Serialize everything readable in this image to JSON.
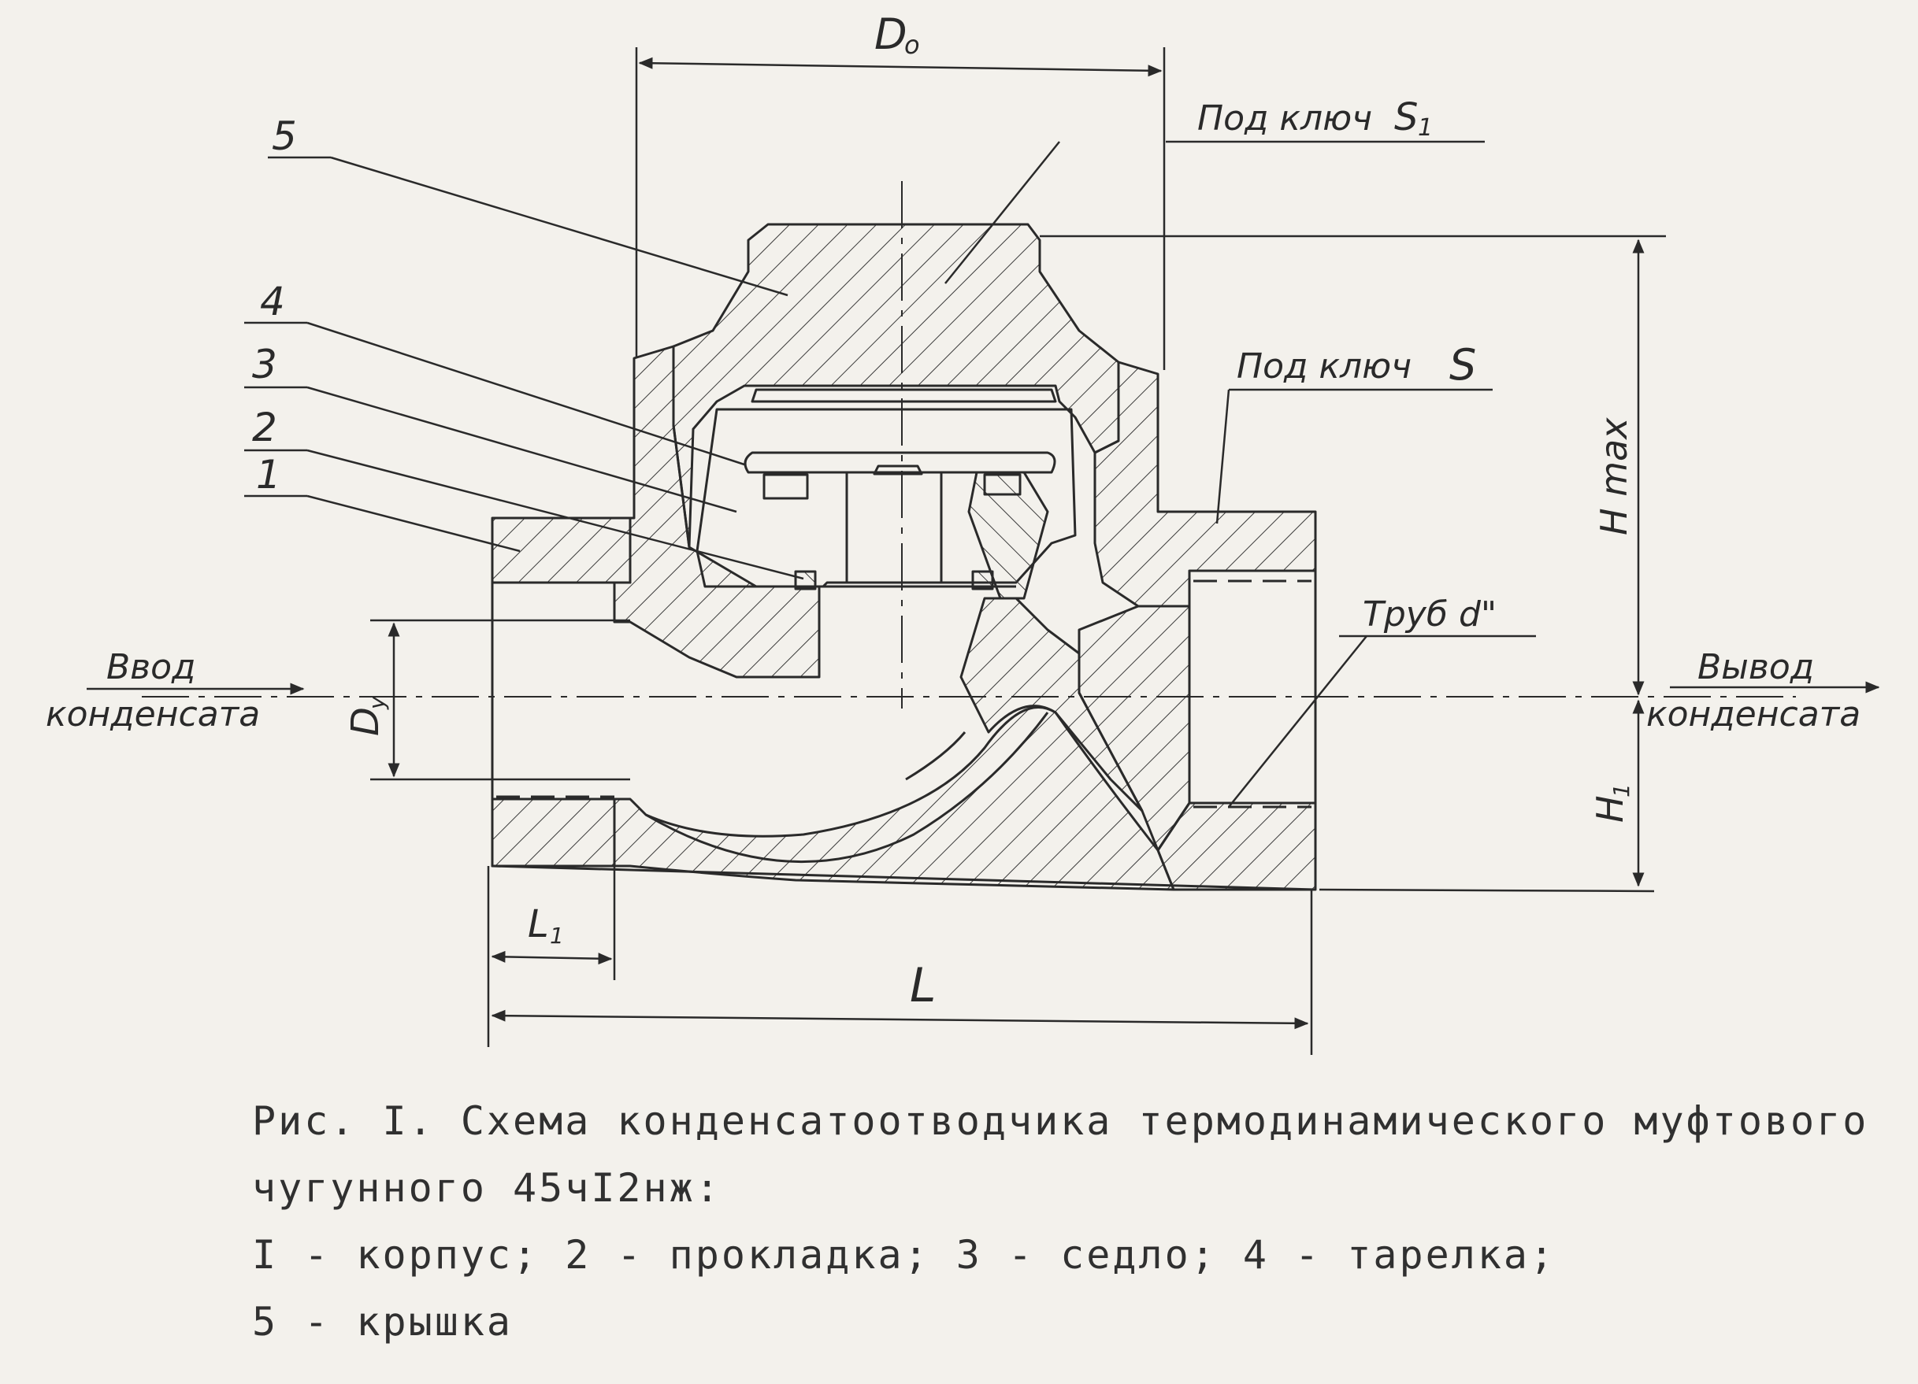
{
  "labels": {
    "d0": "D",
    "d0_sub": "o",
    "key_s1": "Под ключ",
    "key_s1_sym": "S",
    "key_s1_sub": "1",
    "key_s": "Под ключ",
    "key_s_sym": "S",
    "pipe": "Труб d\"",
    "h_max": "H max",
    "h1": "H",
    "h1_sub": "1",
    "l1": "L",
    "l1_sub": "1",
    "l": "L",
    "dy": "D",
    "dy_sub": "y",
    "inlet_1": "Ввод",
    "inlet_2": "конденсата",
    "outlet_1": "Вывод",
    "outlet_2": "конденсата",
    "part_5": "5",
    "part_4": "4",
    "part_3": "3",
    "part_2": "2",
    "part_1": "1"
  },
  "caption": {
    "line1": "Рис. I. Схема конденсатоотводчика термодинамического муфтового",
    "line2": "чугунного 45чI2нж:",
    "line3": "I - корпус; 2 - прокладка; 3 - седло; 4 - тарелка;",
    "line4": "5 - крышка"
  },
  "colors": {
    "ink": "#2a2a2a",
    "paper": "#f3f1ec"
  }
}
